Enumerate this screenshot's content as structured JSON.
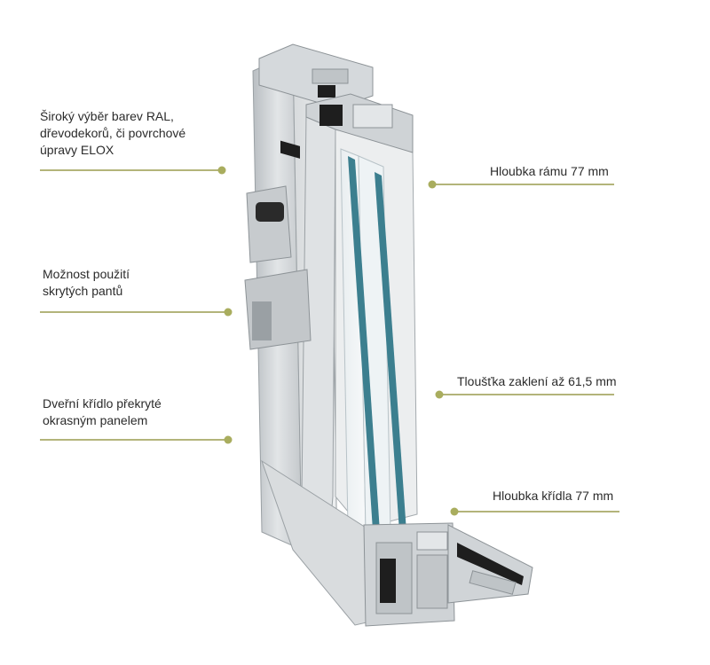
{
  "callouts": {
    "colors": "Široký výběr barev RAL,\ndřevodekorů, či povrchové\núpravy ELOX",
    "hinges": "Možnost použití\nskrytých pantů",
    "panel": "Dveřní křídlo překryté\nokrasným panelem",
    "frame_depth": "Hloubka rámu 77 mm",
    "glazing": "Tloušťka zaklení až 61,5 mm",
    "sash_depth": "Hloubka křídla 77 mm"
  },
  "palette": {
    "leader": "#b3b47a",
    "dot": "#a9ad5e",
    "aluminium": "#c9cdd0",
    "aluminium_dark": "#9aa0a4",
    "glass_edge": "#3c7f8f",
    "gasket": "#1e1e1e"
  }
}
